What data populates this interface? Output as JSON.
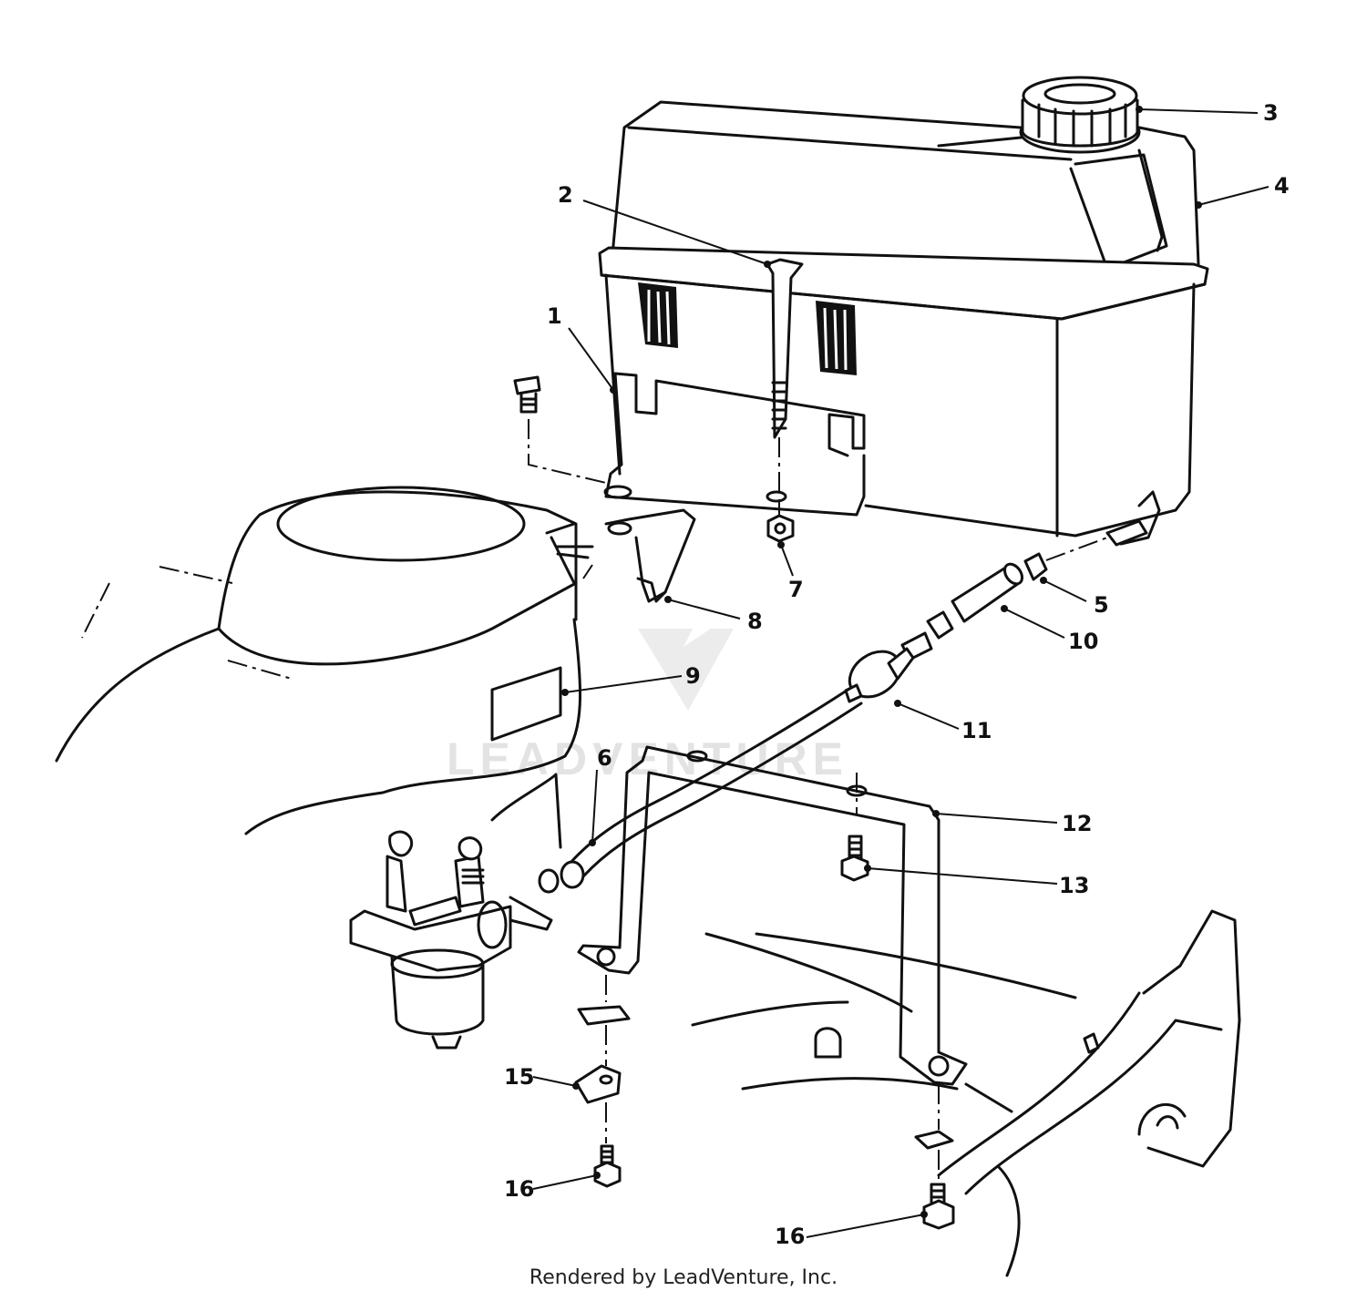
{
  "parts": [
    {
      "id": "part-1",
      "label": "1"
    },
    {
      "id": "part-2",
      "label": "2"
    },
    {
      "id": "part-3",
      "label": "3"
    },
    {
      "id": "part-4",
      "label": "4"
    },
    {
      "id": "part-5",
      "label": "5"
    },
    {
      "id": "part-6",
      "label": "6"
    },
    {
      "id": "part-7",
      "label": "7"
    },
    {
      "id": "part-8",
      "label": "8"
    },
    {
      "id": "part-9",
      "label": "9"
    },
    {
      "id": "part-10",
      "label": "10"
    },
    {
      "id": "part-11",
      "label": "11"
    },
    {
      "id": "part-12",
      "label": "12"
    },
    {
      "id": "part-13",
      "label": "13"
    },
    {
      "id": "part-15",
      "label": "15"
    },
    {
      "id": "part-16a",
      "label": "16"
    },
    {
      "id": "part-16b",
      "label": "16"
    }
  ],
  "watermark": "LEADVENTURE",
  "credit": "Rendered by LeadVenture, Inc."
}
